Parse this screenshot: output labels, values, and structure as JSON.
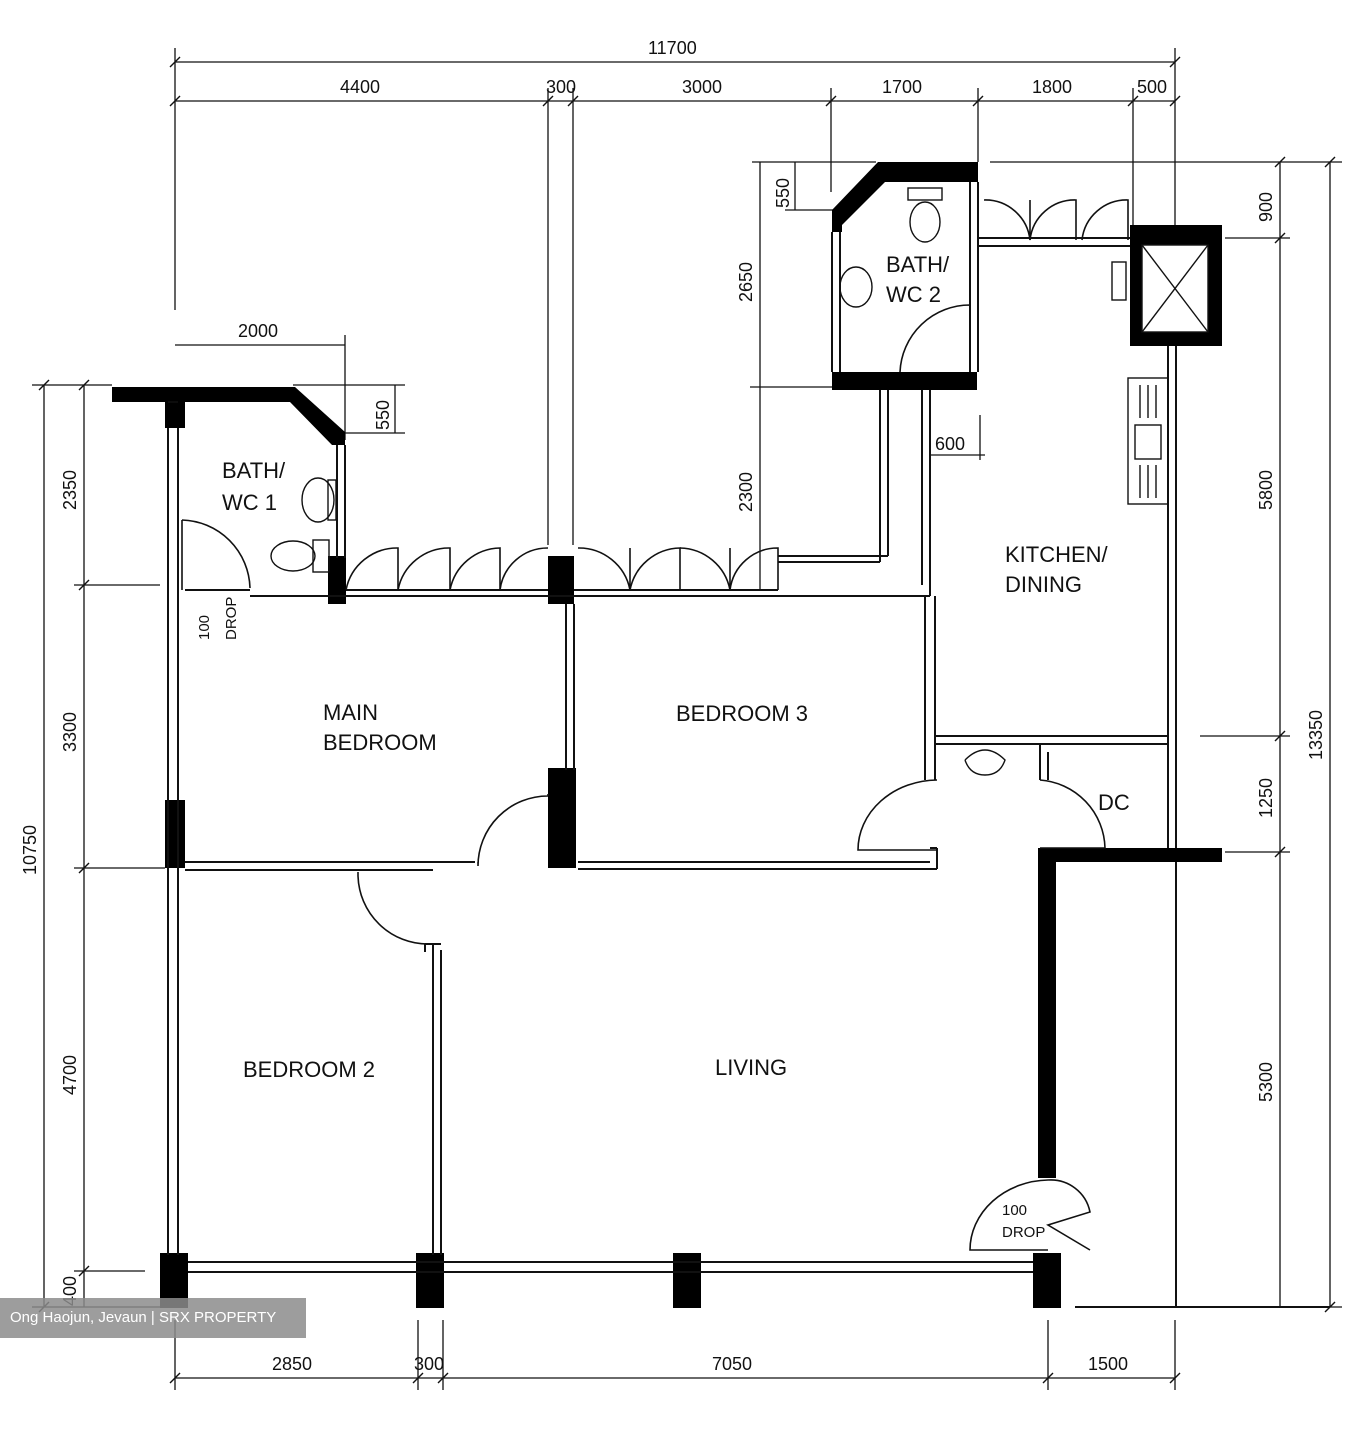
{
  "rooms": {
    "bath1_line1": "BATH/",
    "bath1_line2": "WC 1",
    "bath2_line1": "BATH/",
    "bath2_line2": "WC 2",
    "main_bedroom_line1": "MAIN",
    "main_bedroom_line2": "BEDROOM",
    "bedroom3": "BEDROOM 3",
    "kitchen_line1": "KITCHEN/",
    "kitchen_line2": "DINING",
    "bedroom2": "BEDROOM 2",
    "living": "LIVING",
    "dc": "DC"
  },
  "drops": {
    "drop1_value": "100",
    "drop1_label": "DROP",
    "drop2_value": "100",
    "drop2_label": "DROP"
  },
  "top_dimensions": {
    "overall": "11700",
    "d1": "4400",
    "d2": "300",
    "d3": "3000",
    "d4": "1700",
    "d5": "1800",
    "d6": "500",
    "bath1_width": "2000"
  },
  "bottom_dimensions": {
    "d1": "2850",
    "d2": "300",
    "d3": "7050",
    "d4": "1500"
  },
  "left_dimensions": {
    "overall": "10750",
    "d1": "2350",
    "d2": "3300",
    "d3": "4700",
    "d4": "400"
  },
  "right_dimensions": {
    "overall": "13350",
    "d1": "900",
    "d2": "5800",
    "d3": "1250",
    "d4": "5300"
  },
  "inner_dimensions": {
    "bath1_offset": "550",
    "bath2_offset": "550",
    "bath2_height": "2650",
    "corridor_height": "2300",
    "corridor_width": "600"
  },
  "watermark": "Ong Haojun, Jevaun | SRX PROPERTY"
}
